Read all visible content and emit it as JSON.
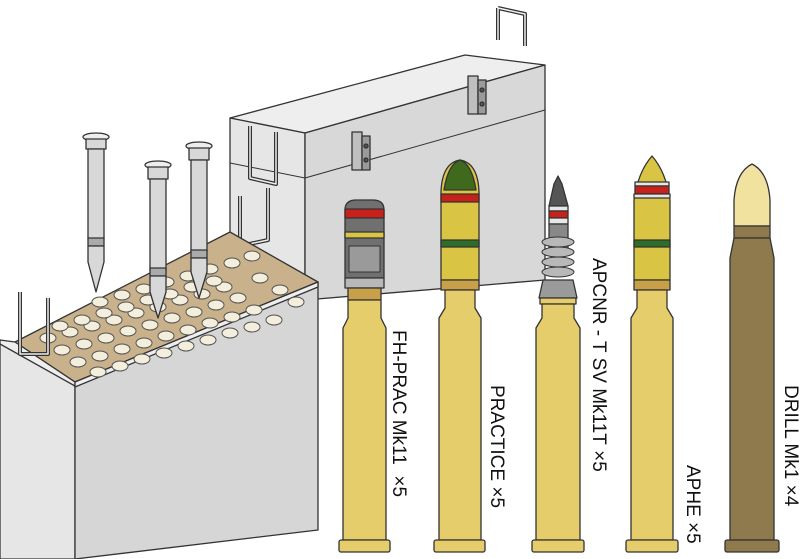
{
  "colors": {
    "crate_front": "#d6d6d6",
    "crate_side": "#e6e6e6",
    "crate_top": "#eeeeee",
    "outline": "#333333",
    "packing": "#c9b18c",
    "brass": "#e4cd6a",
    "brass_light": "#f1e2a0",
    "drill_brown": "#8f7a4e",
    "projectile_yellow": "#d9c444",
    "olive_tip": "#3f6a1e",
    "band_red": "#c8201a",
    "band_green": "#2f6e2a",
    "steel_grey": "#8a8a8a",
    "round_silver": "#d8d8d8"
  },
  "rounds": [
    {
      "id": "fh-prac",
      "name": "FH-PRAC Mk11",
      "qty": "×5"
    },
    {
      "id": "practice",
      "name": "PRACTICE",
      "qty": "×5"
    },
    {
      "id": "apcnr",
      "name": "APCNR - T SV Mk11T",
      "qty": "×5"
    },
    {
      "id": "aphe",
      "name": "APHE",
      "qty": "×5"
    },
    {
      "id": "drill",
      "name": "DRILL Mk1",
      "qty": "×4"
    }
  ]
}
